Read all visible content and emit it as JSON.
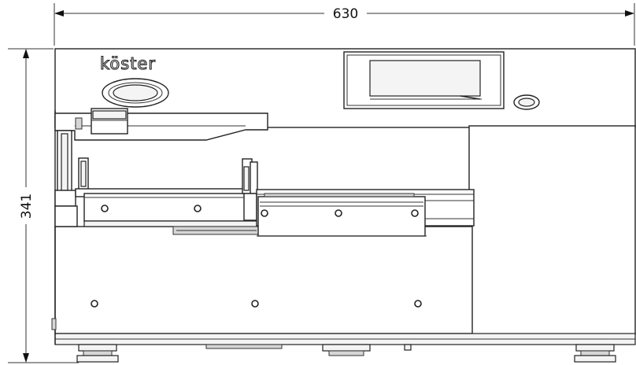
{
  "drawing": {
    "brand_logo": "köster",
    "dimensions": {
      "width_label": "630",
      "height_label": "341"
    },
    "colors": {
      "line": "#222222",
      "background": "#ffffff",
      "shade": "#d6d6d6"
    }
  }
}
